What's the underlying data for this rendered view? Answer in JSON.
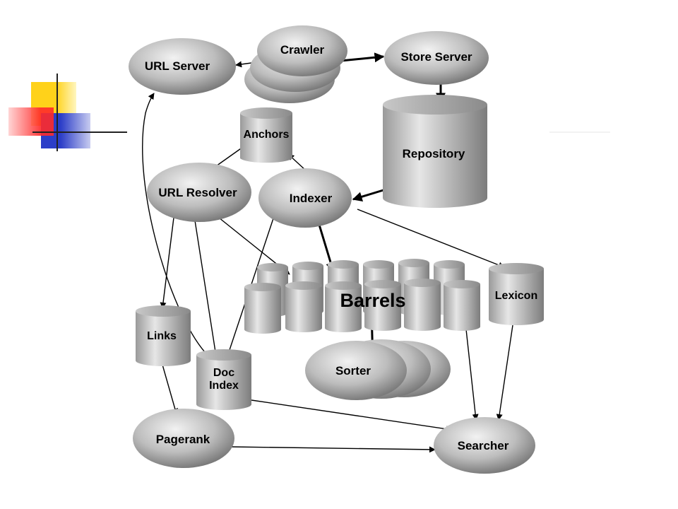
{
  "nodes": {
    "url_server": "URL Server",
    "crawler": "Crawler",
    "store_server": "Store Server",
    "repository": "Repository",
    "anchors": "Anchors",
    "url_resolver": "URL Resolver",
    "indexer": "Indexer",
    "barrels": "Barrels",
    "lexicon": "Lexicon",
    "links": "Links",
    "doc_index_line1": "Doc",
    "doc_index_line2": "Index",
    "sorter": "Sorter",
    "pagerank": "Pagerank",
    "searcher": "Searcher"
  },
  "colors": {
    "accent_yellow": "#ffd21a",
    "accent_red": "#ff2a2a",
    "accent_blue": "#2c3ec8",
    "node_light": "#e8e8e8",
    "node_dark": "#7a7a7a",
    "line": "#000000"
  }
}
